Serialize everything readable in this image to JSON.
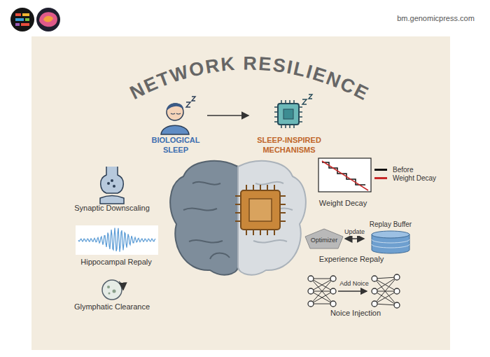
{
  "diagram": {
    "title": "NETWORK RESILIENCE",
    "nodes": [
      {
        "text": [
          "BIOLOGICAL SLEEP"
        ]
      },
      {
        "text": [
          "SLEEP-INSPIRED MECHANISMS"
        ]
      },
      {
        "text": [
          "Optimizer"
        ]
      },
      {
        "text": [
          "Replay Buffer"
        ]
      }
    ],
    "edges": [
      {
        "from": 0,
        "to": 1,
        "arrow": "to"
      },
      {
        "from": 2,
        "to": 3,
        "label": "Update",
        "arrow": "both"
      }
    ],
    "labels": [
      "bm.genomicpress.com",
      "Synaptic Downscaling",
      "Hippocampal Repaly",
      "Glymphatic Clearance",
      "Weight Decay",
      "Experience Repaly",
      "Add Noice",
      "Noice Injection"
    ],
    "legend": [
      {
        "text": "Before",
        "color": "#111111"
      },
      {
        "text": "Weight Decay",
        "color": "#c62828"
      }
    ]
  }
}
